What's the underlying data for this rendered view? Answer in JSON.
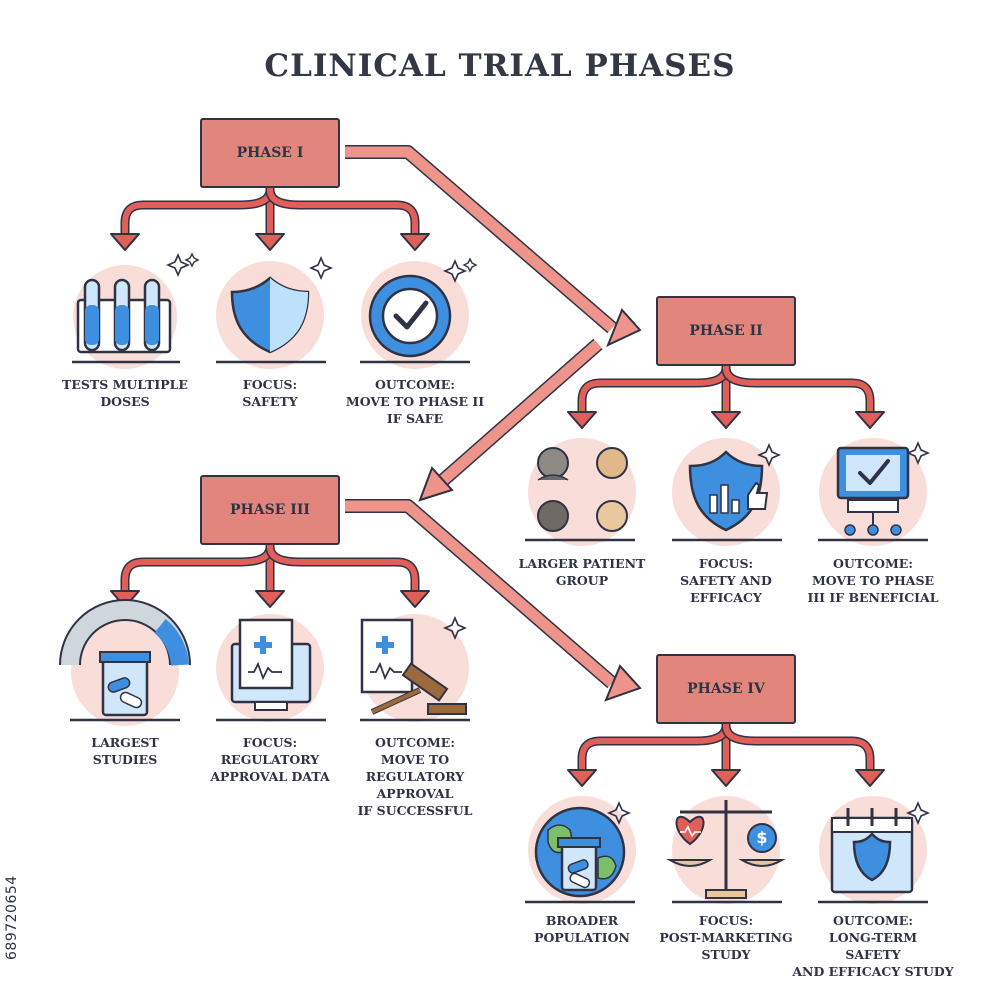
{
  "title": "CLINICAL TRIAL PHASES",
  "watermark_id": "689720654",
  "colors": {
    "arrow": "#e05f58",
    "box_fill": "#e2867d",
    "outline": "#2f3344",
    "circle": "#f9ddd8",
    "accent_blue": "#3f8fe0"
  },
  "phases": [
    {
      "label": "PHASE I",
      "items": [
        {
          "icon": "test-tubes-icon",
          "lines": [
            "TESTS MULTIPLE",
            "DOSES"
          ]
        },
        {
          "icon": "shield-icon",
          "lines": [
            "FOCUS:",
            "SAFETY"
          ]
        },
        {
          "icon": "checkmark-target-icon",
          "lines": [
            "OUTCOME:",
            "MOVE TO PHASE II",
            "IF SAFE"
          ]
        }
      ]
    },
    {
      "label": "PHASE II",
      "items": [
        {
          "icon": "patient-group-icon",
          "lines": [
            "LARGER PATIENT",
            "GROUP"
          ]
        },
        {
          "icon": "shield-chart-thumbsup-icon",
          "lines": [
            "FOCUS:",
            "SAFETY AND",
            "EFFICACY"
          ]
        },
        {
          "icon": "monitor-check-icon",
          "lines": [
            "OUTCOME:",
            "MOVE TO PHASE",
            "III IF BENEFICIAL"
          ]
        }
      ]
    },
    {
      "label": "PHASE III",
      "items": [
        {
          "icon": "gauge-pill-jar-icon",
          "lines": [
            "LARGEST",
            "STUDIES"
          ]
        },
        {
          "icon": "computer-document-icon",
          "lines": [
            "FOCUS:",
            "REGULATORY",
            "APPROVAL DATA"
          ]
        },
        {
          "icon": "document-gavel-icon",
          "lines": [
            "OUTCOME:",
            "MOVE TO",
            "REGULATORY",
            "APPROVAL",
            "IF SUCCESSFUL"
          ]
        }
      ]
    },
    {
      "label": "PHASE IV",
      "items": [
        {
          "icon": "globe-pill-jar-icon",
          "lines": [
            "BROADER",
            "POPULATION"
          ]
        },
        {
          "icon": "scale-heart-dollar-icon",
          "lines": [
            "FOCUS:",
            "POST-MARKETING",
            "STUDY"
          ]
        },
        {
          "icon": "calendar-shield-icon",
          "lines": [
            "OUTCOME:",
            "LONG-TERM",
            "SAFETY",
            "AND EFFICACY STUDY"
          ]
        }
      ]
    }
  ]
}
